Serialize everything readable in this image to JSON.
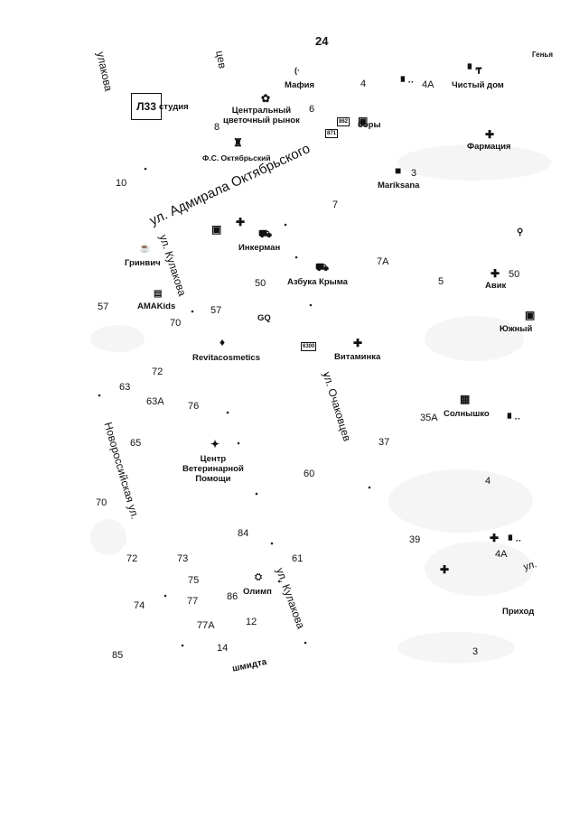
{
  "page_number": "24",
  "route_label": "Л33",
  "badges": {
    "b1": "871",
    "b2": "862",
    "b3": "6300"
  },
  "streets": {
    "admirala_oktyabrskogo": "ул. Адмирала Октябрьского",
    "kulakova_top_left": "улакова",
    "kulakova_mid": "ул. Кулакова",
    "kulakova_bottom": "ул. Кулакова",
    "ochakovtsev": "ул. Очаковцев",
    "novorossiyskaya": "Новороссийская ул.",
    "top_fragment": "цев",
    "shmidta_fragment": "шмидта",
    "right_fragment": "ул."
  },
  "places": {
    "studio": "студия",
    "mafia": "Мафия",
    "chistyi_dom": "Чистый дом",
    "tsentralnyi_rynok": "Центральный\nцветочный рынок",
    "fs_oktyabrskiy": "Ф.С. Октябрьский",
    "bory": "боры",
    "farmatsiya": "Фармация",
    "mariksana": "Mariksana",
    "inkerman": "Инкерман",
    "grinvich": "Гринвич",
    "azbuka_kryma": "Азбука Крыма",
    "avik": "Авик",
    "amakids": "AMAKids",
    "gq": "GQ",
    "yuzhnyi": "Южный",
    "revitacosmetics": "Revitacosmetics",
    "vitaminka": "Витаминка",
    "solnyshko": "Солнышко",
    "vet_center": "Центр\nВетеринарной\nПомощи",
    "olimp": "Олимп",
    "prikhod": "Приход",
    "top_right_fragment": "Генья"
  },
  "house_numbers": {
    "n4_top": "4",
    "n4a_top": "4А",
    "n6": "6",
    "n8": "8",
    "n3_mid": "3",
    "n10": "10",
    "n7": "7",
    "n7a": "7А",
    "n5": "5",
    "n50_right": "50",
    "n50": "50",
    "n57_left": "57",
    "n57": "57",
    "n70_top": "70",
    "n72_top": "72",
    "n63": "63",
    "n63a": "63А",
    "n76": "76",
    "n35a": "35А",
    "n65": "65",
    "n37": "37",
    "n60": "60",
    "n4_right": "4",
    "n70_left": "70",
    "n84": "84",
    "n39": "39",
    "n4a_right": "4А",
    "n72": "72",
    "n73": "73",
    "n61": "61",
    "n75": "75",
    "n74": "74",
    "n77": "77",
    "n86": "86",
    "n77a": "77А",
    "n12": "12",
    "n14": "14",
    "n85": "85",
    "n3_bottom": "3"
  }
}
